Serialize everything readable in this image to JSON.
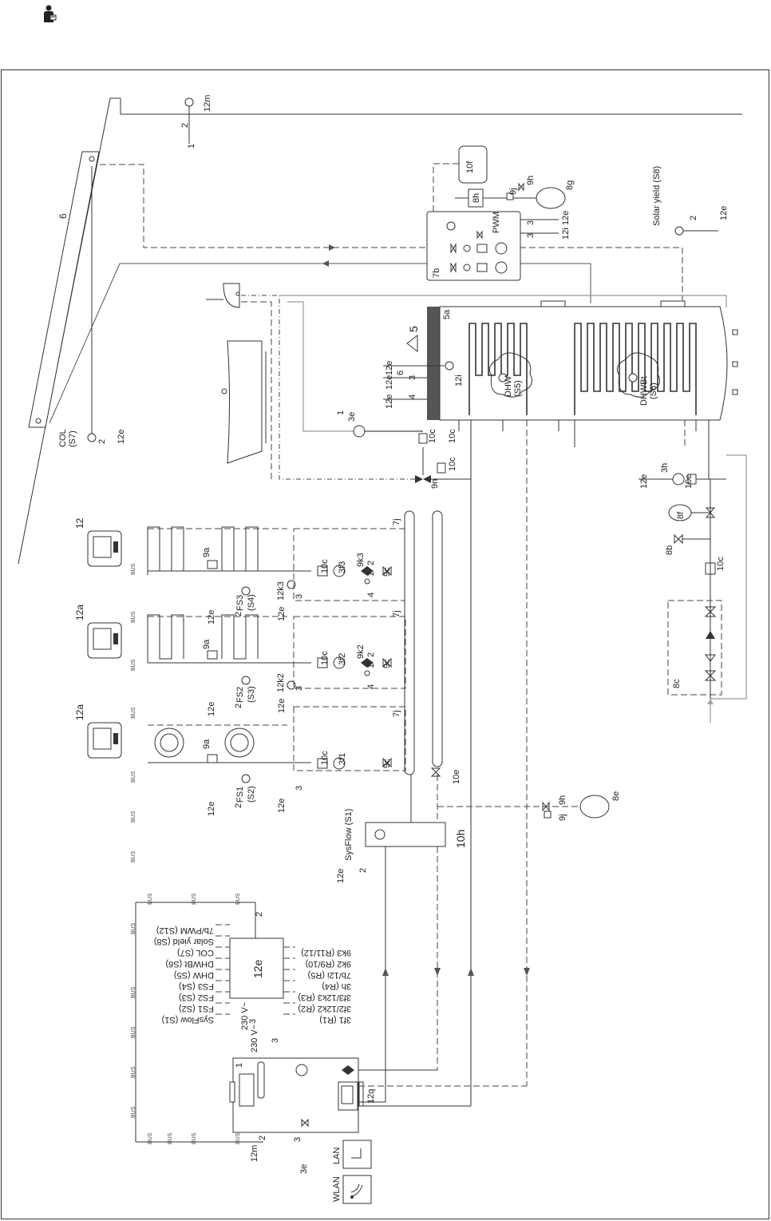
{
  "solar": {
    "outside_sensor": "12m",
    "outside_sensor_wires": [
      "1",
      "2"
    ],
    "collector_field": "6",
    "collector_sensor_line1": "COL",
    "collector_sensor_line2": "(S7)",
    "collector_sensor_module": "12e",
    "collector_sensor_wire": "2",
    "yield_sensor": "Solar yield (S8)",
    "yield_module": "12e",
    "yield_wire": "2"
  },
  "solar_station": {
    "label": "7b",
    "expansion_vessel": "10f",
    "pulse_meter": "8h",
    "pwm_label": "PWM",
    "valve_9j": "9j",
    "valve_9h": "9h",
    "vessel_8g": "8g",
    "module_12e": "12e",
    "module_12i": "12i",
    "wire_3a": "3",
    "wire_3b": "3"
  },
  "storage": {
    "label": "5a",
    "warning": "5",
    "dhw_line1": "DHW",
    "dhw_line2": "(S5)",
    "dhwbt_line1": "DHWBt",
    "dhwbt_line2": "(S6)",
    "sensor_12i": "12i",
    "module_12e_a": "12e",
    "module_12e_b": "12e",
    "module_12e_c": "12e",
    "wires": [
      "6",
      "3",
      "4"
    ]
  },
  "dhw_circ": {
    "pump": "3e",
    "check_a": "10c",
    "check_b": "10c",
    "check_c": "10c",
    "mixer": "9n",
    "wire": "1"
  },
  "cold_water": {
    "pump": "3h",
    "check": "10c",
    "module": "12e",
    "vessel": "8f",
    "safety": "8b",
    "check2": "10c",
    "group": "8c"
  },
  "circuits": [
    {
      "controller": "12",
      "valve": "9a",
      "sensor_line1": "FS3",
      "sensor_line2": "(S4)",
      "module": "12e",
      "wire": "2",
      "relay": "12k3",
      "pump": "3f3",
      "check": "10c",
      "mixer": "9k3",
      "mixer_ports": [
        "1",
        "2"
      ],
      "valve9c": "9c",
      "header": "7j",
      "module2": "12e",
      "wire2": "3",
      "wire3": "4"
    },
    {
      "controller": "12a",
      "valve": "9a",
      "sensor_line1": "FS2",
      "sensor_line2": "(S3)",
      "module": "12e",
      "wire": "2",
      "relay": "12k2",
      "pump": "3f2",
      "check": "10c",
      "mixer": "9k2",
      "mixer_ports": [
        "1",
        "2"
      ],
      "valve9c": "9c",
      "header": "7j",
      "module2": "12e",
      "wire2": "3",
      "wire3": "4"
    },
    {
      "controller": "12a",
      "valve": "9a",
      "sensor_line1": "FS1",
      "sensor_line2": "(S2)",
      "module": "12e",
      "wire": "2",
      "relay": "",
      "pump": "3f1",
      "check": "10c",
      "mixer": "",
      "mixer_ports": [],
      "valve9c": "9c",
      "header": "7j",
      "module2": "12e",
      "wire2": "3",
      "wire3": ""
    }
  ],
  "hydraulics": {
    "valve_10e": "10e",
    "separator": "10h",
    "sysflow": "SysFlow (S1)",
    "sysflow_module": "12e",
    "sysflow_wire": "2",
    "vessel_8e": "8e",
    "valve_9h": "9h",
    "valve_9j": "9j"
  },
  "controller_module": {
    "label": "12e",
    "wire_top": "2",
    "power": "230 V~",
    "power_wire": "3",
    "inputs": [
      "SysFlow (S1)",
      "FS1 (S2)",
      "FS2 (S3)",
      "FS3 (S4)",
      "DHW (S5)",
      "DHWBt (S6)",
      "COL (S7)",
      "Solar yield (S8)",
      "7b/PWM (S12)"
    ],
    "outputs": [
      "3f1 (R1)",
      "3f2/12k2 (R2)",
      "3f3/12k3 (R3)",
      "3h (R4)",
      "7b/12i (R5)",
      "9k2 (R9/10)",
      "9k3 (R11/12)"
    ]
  },
  "heat_generator": {
    "label": "1",
    "control": "12q",
    "power": "230 V~",
    "power_wire": "3",
    "module": "12m",
    "module_wires": [
      "2",
      "3"
    ],
    "module_3e": "3e"
  },
  "bus": {
    "label": "BUS"
  },
  "network": {
    "lan": "LAN",
    "wlan": "WLAN"
  }
}
